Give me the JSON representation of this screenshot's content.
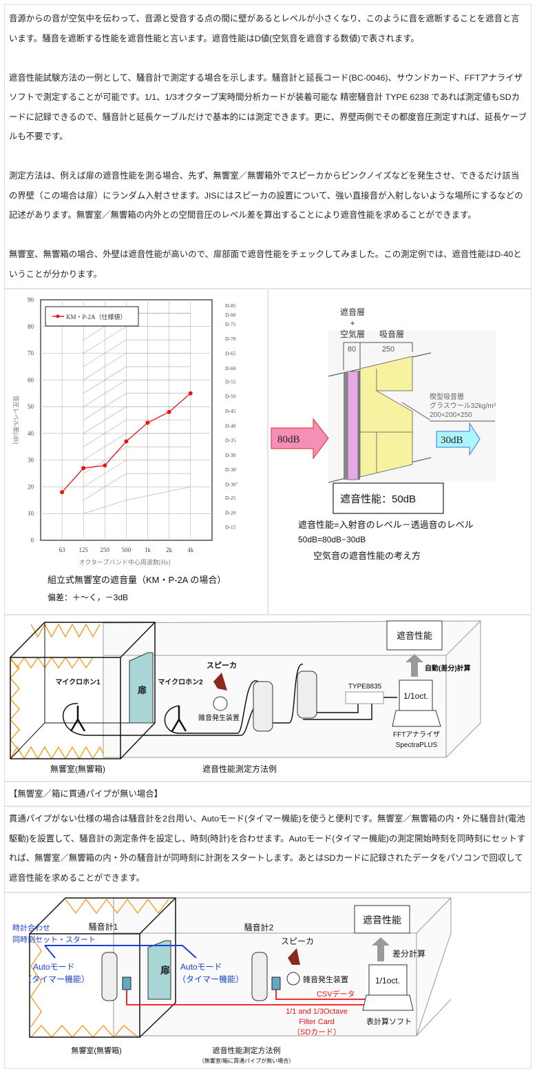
{
  "intro": {
    "paragraphs": [
      "音源からの音が空気中を伝わって、音源と受音する点の間に壁があるとレベルが小さくなり、このように音を遮断することを遮音と言います。騒音を遮断する性能を遮音性能と言います。遮音性能はD値(空気音を遮音する数値)で表されます。",
      "遮音性能試験方法の一例として、騒音計で測定する場合を示します。騒音計と延長コード(BC-0046)、サウンドカード、FFTアナライザソフトで測定することが可能です。1/1、1/3オクターブ実時間分析カードが装着可能な 精密騒音計 TYPE 6238 であれば測定値もSDカードに記録できるので、騒音計と延長ケーブルだけで基本的には測定できます。更に、界壁両側でその都度音圧測定すれば、延長ケーブルも不要です。",
      "測定方法は、例えば扉の遮音性能を測る場合、先ず、無響室／無響箱外でスピーカからピンクノイズなどを発生させ、できるだけ該当の界壁（この場合は扉）にランダム入射させます。JISにはスピーカの設置について、強い直接音が入射しないような場所にするなどの記述があります。無響室／無響箱の内外との空間音圧のレベル差を算出することにより遮音性能を求めることができます。",
      "無響室、無響箱の場合、外壁は遮音性能が高いので、扉部面で遮音性能をチェックしてみました。この測定例では、遮音性能はD-40ということが分かります。"
    ]
  },
  "chart_data": {
    "type": "line",
    "title": "組立式無響室の遮音量（KM・P-2A の場合）",
    "subtitle": "偏差：＋～く，－3dB",
    "xlabel": "オクターブバンド中心周波数[Hz]",
    "ylabel": "音圧レベル差[dB]",
    "categories": [
      "63",
      "125",
      "250",
      "500",
      "1k",
      "2k",
      "4k"
    ],
    "yticks": [
      0,
      10,
      20,
      30,
      40,
      50,
      60,
      70,
      80,
      90
    ],
    "ylim": [
      0,
      90
    ],
    "grid": true,
    "legend_position": "top-left",
    "series": [
      {
        "name": "KM・P-2A（仕様値）",
        "values": [
          18,
          27,
          28,
          37,
          44,
          48,
          55
        ],
        "color": "#ee1111"
      }
    ],
    "d_curves": [
      "D-85",
      "D-80",
      "D-75",
      "D-70",
      "D-65",
      "D-60",
      "D-55",
      "D-50",
      "D-45",
      "D-40",
      "D-35",
      "D-30",
      "D-30'",
      "D-30\"",
      "D-25",
      "D-20",
      "D-15"
    ]
  },
  "wall_diagram": {
    "label_shield_layer": "遮音層",
    "label_plus": "+",
    "label_air_layer": "空気層",
    "label_absorb_layer": "吸音層",
    "dim_80": "80",
    "dim_250": "250",
    "wedge_1": "楔型吸音層",
    "wedge_2": "グラスウール32kg/m³",
    "wedge_3": "200×200×250",
    "incident": "80dB",
    "transmitted": "30dB",
    "result_box": "遮音性能：50dB",
    "formula_1": "遮音性能=入射音のレベル－透過音のレベル",
    "formula_2": "50dB=80dB−30dB",
    "caption": "空気音の遮音性能の考え方",
    "colors": {
      "incident": "#f58fb5",
      "transmitted": "#aef4fb",
      "absorber": "#f7f2a0",
      "shield": "#e6a8e6"
    }
  },
  "setup1": {
    "mic1": "マイクロホン1",
    "door": "扉",
    "mic2": "マイクロホン2",
    "speaker": "スピーカ",
    "noise_gen": "雑音発生装置",
    "type": "TYPE8835",
    "oct": "1/1oct.",
    "auto_calc": "自動(差分)計算",
    "result": "遮音性能",
    "fft1": "FFTアナライザ",
    "fft2": "SpectraPLUS",
    "room": "無響室(無響箱)",
    "caption": "遮音性能測定方法例"
  },
  "section_heading": "【無響室／箱に貫通パイプが無い場合】",
  "no_pipe_text": "貫通パイプがない仕様の場合は騒音計を2台用い、Autoモード(タイマー機能)を使うと便利です。無響室／無響箱の内・外に騒音計(電池駆動)を設置して、騒音計の測定条件を設定し、時刻(時計)を合わせます。Autoモード(タイマー機能)の測定開始時刻を同時刻にセットすれば、無響室／無響箱の内・外の騒音計が同時刻に計測をスタートします。あとはSDカードに記録されたデータをパソコンで回収して遮音性能を求めることができます。",
  "setup2": {
    "clock_1": "時計合わせ",
    "clock_2": "同時刻セット・スタート",
    "meter1": "騒音計1",
    "meter2": "騒音計2",
    "auto_a": "Autoモード",
    "auto_b": "（タイマー機能）",
    "door": "扉",
    "speaker": "スピーカ",
    "noise_gen": "雑音発生装置",
    "result": "遮音性能",
    "diff_calc": "差分計算",
    "oct": "1/1oct.",
    "csv": "CSVデータ",
    "card_1": "1/1 and 1/3Octave",
    "card_2": "Filter Card",
    "card_3": "（SDカード）",
    "spreadsheet": "表計算ソフト",
    "room": "無響室(無響箱)",
    "caption": "遮音性能測定方法例",
    "caption_sub": "（無響室/箱に貫通パイプが無い場合）"
  }
}
